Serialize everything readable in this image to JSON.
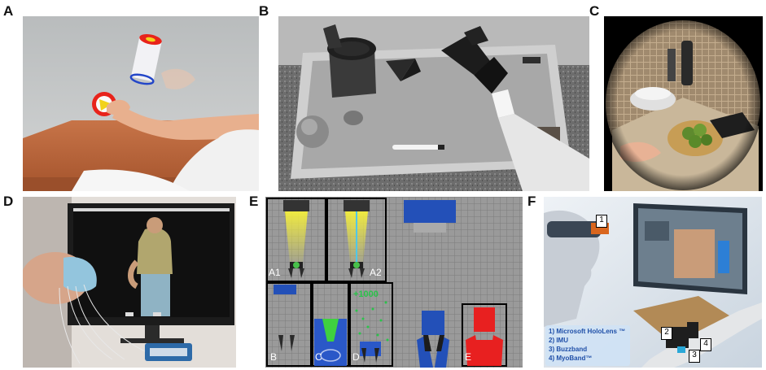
{
  "figure": {
    "panel_labels": [
      "A",
      "B",
      "C",
      "D",
      "E",
      "F"
    ],
    "panel_e": {
      "sub_labels": [
        "A1",
        "A2",
        "B",
        "C",
        "D",
        "E"
      ],
      "score_text": "+1000"
    },
    "panel_f": {
      "callouts": [
        "1",
        "2",
        "3",
        "4"
      ],
      "legend": [
        "1)  Microsoft HoloLens ™",
        "2)  IMU",
        "3)  Buzzband",
        "4)  MyoBand™"
      ]
    },
    "colors": {
      "cylinder_red": "#e8231b",
      "cylinder_blue": "#2346c8",
      "marker_yellow": "#f2d21c",
      "table_wood": "#b8663a",
      "hololens_orange": "#d9661e",
      "legend_text": "#1f4fa8"
    }
  }
}
